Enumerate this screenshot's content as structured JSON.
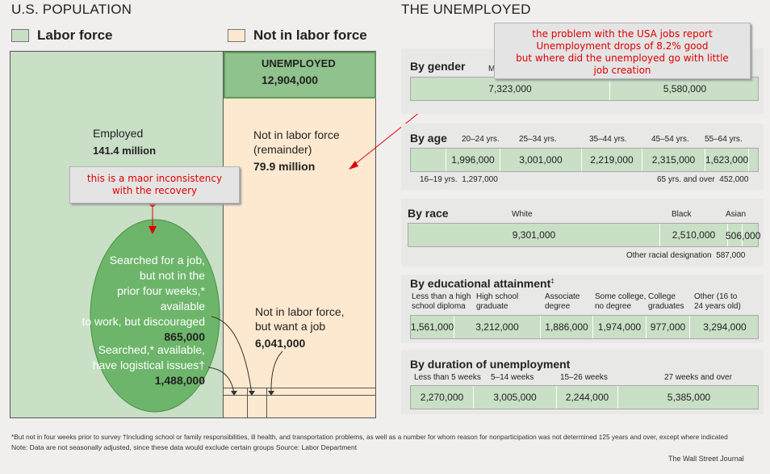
{
  "left": {
    "title": "U.S. POPULATION",
    "legend_lf": "Labor force",
    "legend_nlf": "Not in labor force",
    "unemployed_label": "UNEMPLOYED",
    "unemployed_value": "12,904,000",
    "employed_label": "Employed",
    "employed_value": "141.4 million",
    "nlf_rem_label1": "Not in labor force",
    "nlf_rem_label2": "(remainder)",
    "nlf_rem_value": "79.9 million",
    "searched_l1": "Searched for a job,",
    "searched_l2": "but not in the",
    "searched_l3": "prior four weeks,* available",
    "searched_l4": "to work, but discouraged",
    "searched_value": "865,000",
    "logistic_l1": "Searched,* available,",
    "logistic_l2": "have logistical issues†",
    "logistic_value": "1,488,000",
    "want_l1": "Not in labor force,",
    "want_l2": "but want a job",
    "want_value": "6,041,000"
  },
  "notes": {
    "note1_l1": "the problem with the USA jobs report",
    "note1_l2": "Unemployment drops of 8.2% good",
    "note1_l3": "but where did the unemployed go with little",
    "note1_l4": "job creation",
    "note2_l1": "this is a maor inconsistency",
    "note2_l2": "with the recovery"
  },
  "right": {
    "title": "THE UNEMPLOYED"
  },
  "chart_data": [
    {
      "type": "bar",
      "title": "By gender",
      "categories": [
        "M",
        ""
      ],
      "values": [
        7323000,
        5580000
      ],
      "labels": [
        "7,323,000",
        "5,580,000"
      ]
    },
    {
      "type": "bar",
      "title": "By age",
      "categories": [
        "16–19 yrs.",
        "20–24 yrs.",
        "25–34 yrs.",
        "35–44 yrs.",
        "45–54 yrs.",
        "55–64 yrs.",
        "65 yrs. and over"
      ],
      "values": [
        1297000,
        1996000,
        3001000,
        2219000,
        2315000,
        1623000,
        452000
      ],
      "labels": [
        "1,297,000",
        "1,996,000",
        "3,001,000",
        "2,219,000",
        "2,315,000",
        "1,623,000",
        "452,000"
      ]
    },
    {
      "type": "bar",
      "title": "By race",
      "categories": [
        "White",
        "Black",
        "Asian",
        "Other racial designation"
      ],
      "values": [
        9301000,
        2510000,
        506000,
        587000
      ],
      "labels": [
        "9,301,000",
        "2,510,000",
        "506,000",
        "587,000"
      ]
    },
    {
      "type": "bar",
      "title": "By educational attainment",
      "title_mark": "‡",
      "categories": [
        "Less than a high school diploma",
        "High school graduate",
        "Associate degree",
        "Some college, no degree",
        "College graduates",
        "Other (16 to 24 years old)"
      ],
      "values": [
        1561000,
        3212000,
        1886000,
        1974000,
        977000,
        3294000
      ],
      "labels": [
        "1,561,000",
        "3,212,000",
        "1,886,000",
        "1,974,000",
        "977,000",
        "3,294,000"
      ]
    },
    {
      "type": "bar",
      "title": "By duration of unemployment",
      "categories": [
        "Less than 5 weeks",
        "5–14 weeks",
        "15–26 weeks",
        "27 weeks and over"
      ],
      "values": [
        2270000,
        3005000,
        2244000,
        5385000
      ],
      "labels": [
        "2,270,000",
        "3,005,000",
        "2,244,000",
        "5,385,000"
      ]
    }
  ],
  "labels": {
    "edu_l1": [
      "Less than a high",
      "High school",
      "Associate",
      "Some college,",
      "College",
      "Other (16 to"
    ],
    "edu_l2": [
      "school diploma",
      "graduate",
      "degree",
      "no degree",
      "graduates",
      "24 years old)"
    ]
  },
  "footer": {
    "line1": "*But not in four weeks prior to survey    †Including school or family responsibilities, ill health, and transportation problems, as well as a number for whom reason for nonparticipation was not determined    ‡25 years and over, except where indicated",
    "line2": "Note: Data are not seasonally adjusted, since these data would exclude certain groups    Source: Labor Department",
    "source": "The Wall Street Journal"
  },
  "colors": {
    "labor_force": "#c9dfc6",
    "not_in_labor_force": "#fde9d0",
    "unemployed": "#8fc28c",
    "note_text": "#e00000"
  }
}
